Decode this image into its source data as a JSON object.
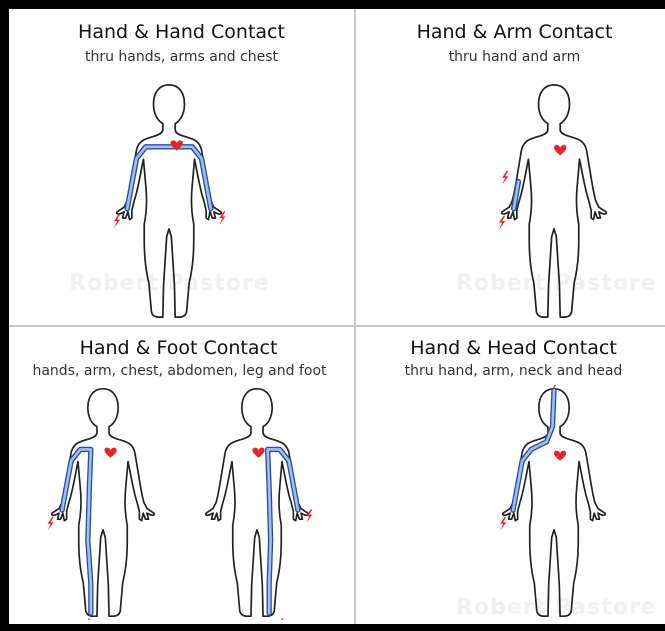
{
  "panels": [
    {
      "title": "Hand & Hand Contact",
      "subtitle": "thru hands, arms and chest",
      "watermark": "Robert Pastore"
    },
    {
      "title": "Hand & Arm Contact",
      "subtitle": "thru hand and arm",
      "watermark": "Robert Pastore"
    },
    {
      "title": "Hand & Foot Contact",
      "subtitle": "hands, arm, chest, abdomen, leg and foot",
      "watermark": ""
    },
    {
      "title": "Hand & Head Contact",
      "subtitle": "thru hand, arm, neck and head",
      "watermark": "Robert Pastore"
    }
  ],
  "colors": {
    "current_path": "#2a4da0",
    "current_path_glow": "#9fc0ea",
    "heart": "#e0272d",
    "shock": "#e0272d",
    "frame": "#000000"
  },
  "icons": [
    "human-figure",
    "heart-icon",
    "lightning-bolt-icon"
  ]
}
